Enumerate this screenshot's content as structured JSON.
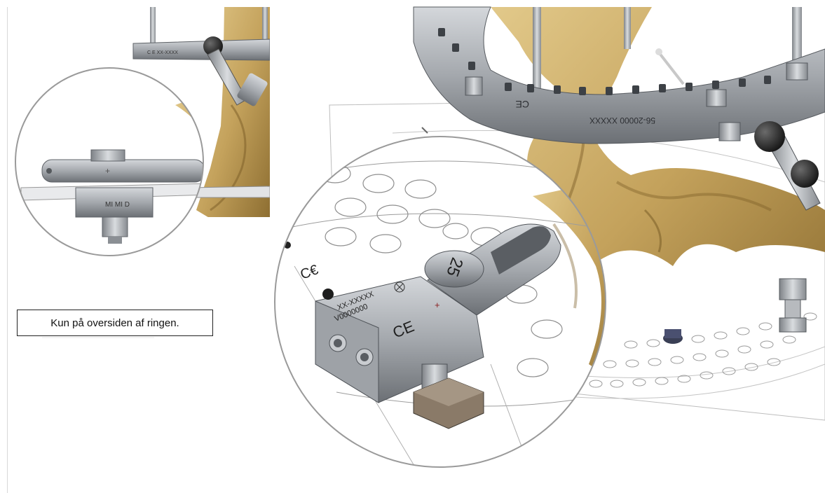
{
  "caption": {
    "text": "Kun på oversiden af ringen."
  },
  "part_markings": {
    "ring_label": "56-20000  XXXXX",
    "ce_mark": "CE",
    "clamp_number": "25",
    "clamp_serial_1": "XX-XXXXX",
    "clamp_serial_2": "V0000000",
    "small_bar_label": "MI MI D"
  },
  "colors": {
    "bone": "#c9a864",
    "bone_shadow": "#8e7136",
    "metal": "#a9adb2",
    "metal_dark": "#6e7277",
    "line_art": "#9a9a9a",
    "knob": "#2a2a2a"
  }
}
